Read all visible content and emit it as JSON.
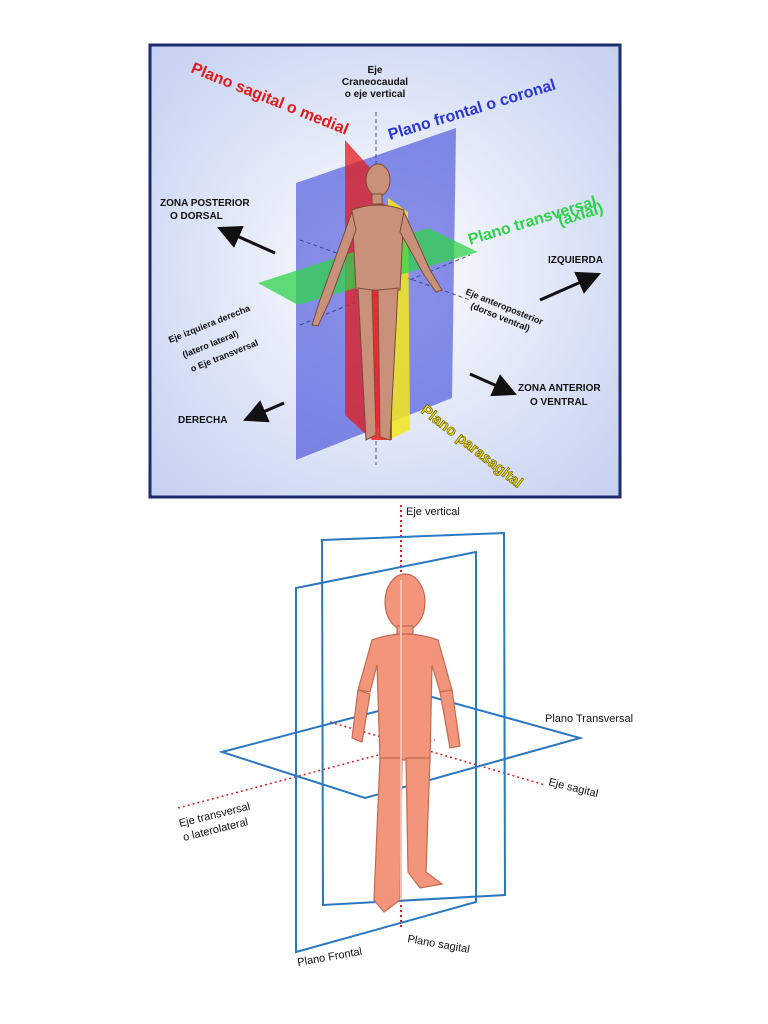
{
  "diagram_top": {
    "axis_vertical": [
      "Eje",
      "Craneocaudal",
      "o eje vertical"
    ],
    "plane_sagittal": "Plano sagital o medial",
    "plane_frontal": "Plano frontal o coronal",
    "plane_transverse": [
      "Plano transversal",
      "(axial)"
    ],
    "zone_posterior": [
      "ZONA POSTERIOR",
      "O DORSAL"
    ],
    "left": "IZQUIERDA",
    "axis_left_right": [
      "Eje izquiera derecha",
      "(latero lateral)",
      "o Eje transversal"
    ],
    "axis_anteroposterior": [
      "Eje anteroposterior",
      "(dorso ventral)"
    ],
    "zone_anterior": [
      "ZONA ANTERIOR",
      "O VENTRAL"
    ],
    "right": "DERECHA",
    "plane_parasagittal": "Plano parasagital",
    "colors": {
      "border": "#1e2b6e",
      "background": "#cdd8f5",
      "sagittal": "#e11b1b",
      "frontal": "#2a35d6",
      "transverse": "#2fd34a",
      "parasagittal": "#f5e81c"
    }
  },
  "diagram_bottom": {
    "axis_vertical": "Eje vertical",
    "plane_transverse": "Plano Transversal",
    "axis_sagittal": "Eje sagital",
    "axis_transverse": [
      "Eje transversal",
      "o laterolateral"
    ],
    "plane_frontal": "Plano Frontal",
    "plane_sagittal": "Plano sagital",
    "colors": {
      "plane_lines": "#2a78c2",
      "axis_lines": "#d62020",
      "body": "#f2957a"
    }
  }
}
